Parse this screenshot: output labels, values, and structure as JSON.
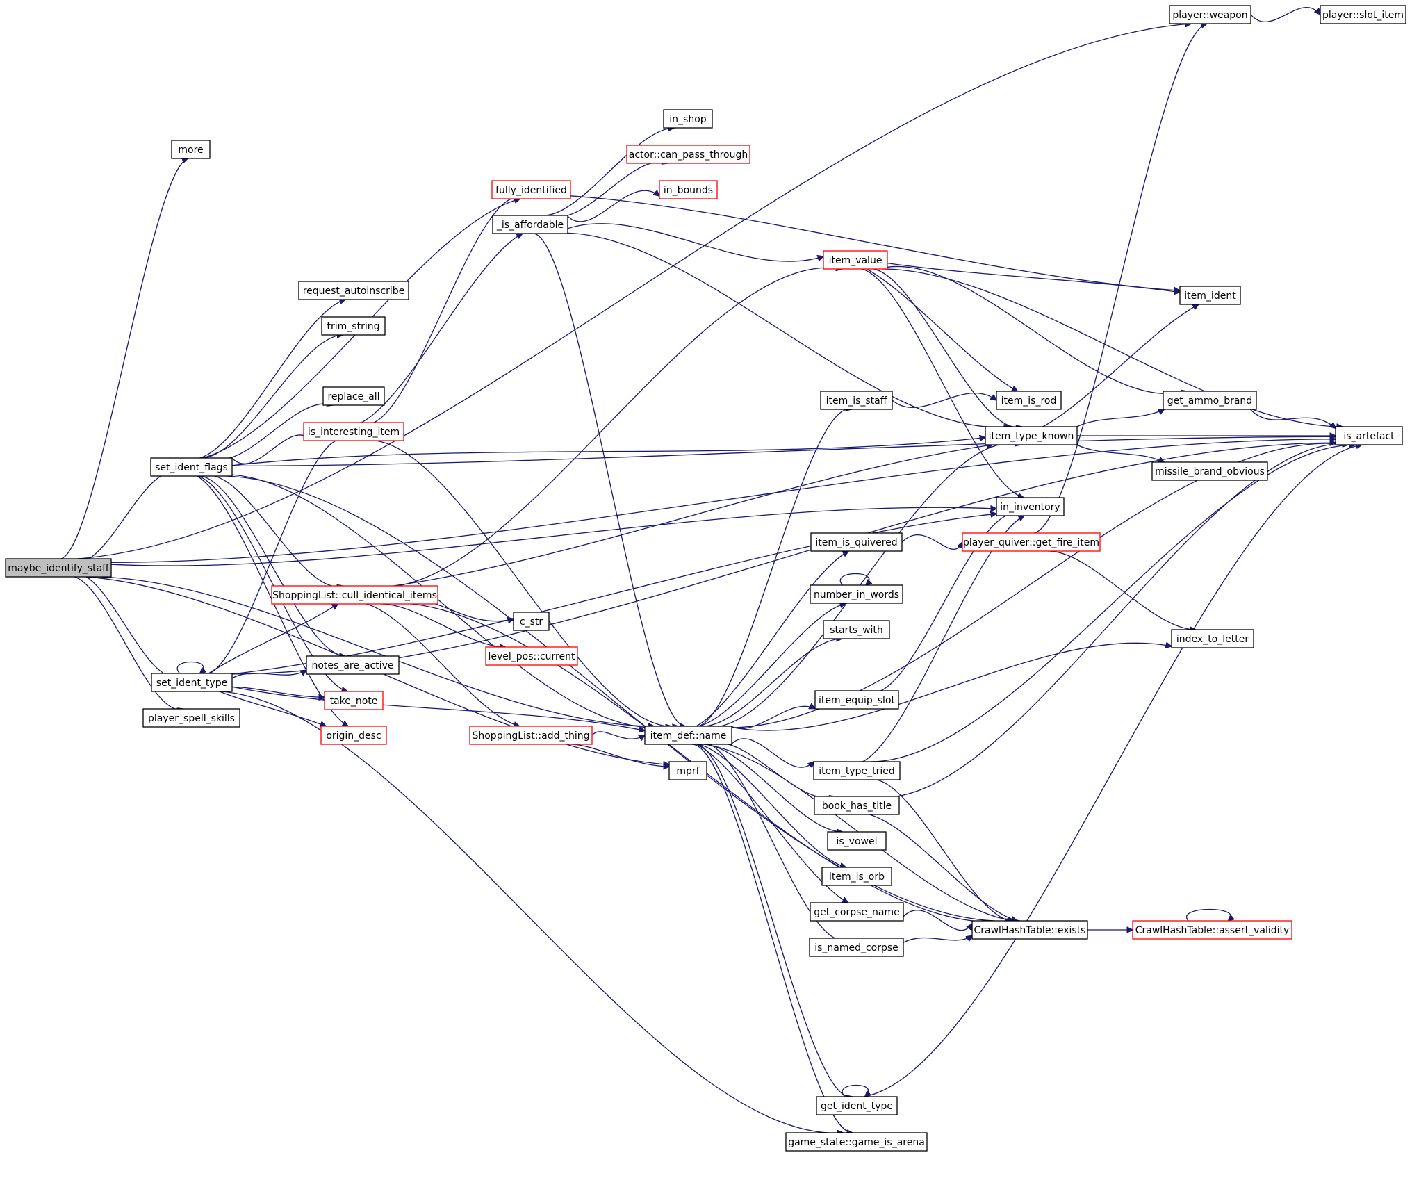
{
  "colors": {
    "edge": "#191970",
    "node_border_default": "#000000",
    "node_border_truncated": "#ff0000",
    "root_fill": "#bfbfbf",
    "node_fill": "#ffffff"
  },
  "nodes": [
    {
      "id": "maybe_identify_staff",
      "label": "maybe_identify_staff",
      "style": "root"
    },
    {
      "id": "player_weapon",
      "label": "player::weapon",
      "style": "normal"
    },
    {
      "id": "player_slot_item",
      "label": "player::slot_item",
      "style": "normal"
    },
    {
      "id": "more",
      "label": "more",
      "style": "normal"
    },
    {
      "id": "in_shop",
      "label": "in_shop",
      "style": "normal"
    },
    {
      "id": "actor_can_pass_through",
      "label": "actor::can_pass_through",
      "style": "truncated"
    },
    {
      "id": "fully_identified",
      "label": "fully_identified",
      "style": "truncated"
    },
    {
      "id": "in_bounds",
      "label": "in_bounds",
      "style": "truncated"
    },
    {
      "id": "is_affordable",
      "label": "_is_affordable",
      "style": "normal"
    },
    {
      "id": "item_value",
      "label": "item_value",
      "style": "truncated"
    },
    {
      "id": "request_autoinscribe",
      "label": "request_autoinscribe",
      "style": "normal"
    },
    {
      "id": "item_ident",
      "label": "item_ident",
      "style": "normal"
    },
    {
      "id": "trim_string",
      "label": "trim_string",
      "style": "normal"
    },
    {
      "id": "replace_all",
      "label": "replace_all",
      "style": "normal"
    },
    {
      "id": "item_is_staff",
      "label": "item_is_staff",
      "style": "normal"
    },
    {
      "id": "item_is_rod",
      "label": "item_is_rod",
      "style": "normal"
    },
    {
      "id": "get_ammo_brand",
      "label": "get_ammo_brand",
      "style": "normal"
    },
    {
      "id": "is_interesting_item",
      "label": "is_interesting_item",
      "style": "truncated"
    },
    {
      "id": "item_type_known",
      "label": "item_type_known",
      "style": "normal"
    },
    {
      "id": "is_artefact",
      "label": "is_artefact",
      "style": "normal"
    },
    {
      "id": "set_ident_flags",
      "label": "set_ident_flags",
      "style": "normal"
    },
    {
      "id": "missile_brand_obvious",
      "label": "missile_brand_obvious",
      "style": "normal"
    },
    {
      "id": "in_inventory",
      "label": "in_inventory",
      "style": "normal"
    },
    {
      "id": "item_is_quivered",
      "label": "item_is_quivered",
      "style": "normal"
    },
    {
      "id": "player_quiver_get_fire_item",
      "label": "player_quiver::get_fire_item",
      "style": "truncated"
    },
    {
      "id": "number_in_words",
      "label": "number_in_words",
      "style": "normal"
    },
    {
      "id": "cull_identical_items",
      "label": "ShoppingList::cull_identical_items",
      "style": "truncated"
    },
    {
      "id": "c_str",
      "label": "c_str",
      "style": "normal"
    },
    {
      "id": "starts_with",
      "label": "starts_with",
      "style": "normal"
    },
    {
      "id": "index_to_letter",
      "label": "index_to_letter",
      "style": "normal"
    },
    {
      "id": "level_pos_current",
      "label": "level_pos::current",
      "style": "truncated"
    },
    {
      "id": "notes_are_active",
      "label": "notes_are_active",
      "style": "normal"
    },
    {
      "id": "set_ident_type",
      "label": "set_ident_type",
      "style": "normal"
    },
    {
      "id": "take_note",
      "label": "take_note",
      "style": "truncated"
    },
    {
      "id": "item_equip_slot",
      "label": "item_equip_slot",
      "style": "normal"
    },
    {
      "id": "player_spell_skills",
      "label": "player_spell_skills",
      "style": "normal"
    },
    {
      "id": "origin_desc",
      "label": "origin_desc",
      "style": "truncated"
    },
    {
      "id": "add_thing",
      "label": "ShoppingList::add_thing",
      "style": "truncated"
    },
    {
      "id": "item_def_name",
      "label": "item_def::name",
      "style": "normal"
    },
    {
      "id": "mprf",
      "label": "mprf",
      "style": "normal"
    },
    {
      "id": "item_type_tried",
      "label": "item_type_tried",
      "style": "normal"
    },
    {
      "id": "book_has_title",
      "label": "book_has_title",
      "style": "normal"
    },
    {
      "id": "is_vowel",
      "label": "is_vowel",
      "style": "normal"
    },
    {
      "id": "item_is_orb",
      "label": "item_is_orb",
      "style": "normal"
    },
    {
      "id": "get_corpse_name",
      "label": "get_corpse_name",
      "style": "normal"
    },
    {
      "id": "hash_exists",
      "label": "CrawlHashTable::exists",
      "style": "normal"
    },
    {
      "id": "hash_assert_validity",
      "label": "CrawlHashTable::assert_validity",
      "style": "truncated"
    },
    {
      "id": "is_named_corpse",
      "label": "is_named_corpse",
      "style": "normal"
    },
    {
      "id": "get_ident_type",
      "label": "get_ident_type",
      "style": "normal"
    },
    {
      "id": "game_is_arena",
      "label": "game_state::game_is_arena",
      "style": "normal"
    }
  ],
  "edges": [
    [
      "maybe_identify_staff",
      "player_weapon"
    ],
    [
      "maybe_identify_staff",
      "more"
    ],
    [
      "maybe_identify_staff",
      "is_artefact"
    ],
    [
      "maybe_identify_staff",
      "in_inventory"
    ],
    [
      "maybe_identify_staff",
      "set_ident_flags"
    ],
    [
      "maybe_identify_staff",
      "set_ident_type"
    ],
    [
      "maybe_identify_staff",
      "player_spell_skills"
    ],
    [
      "maybe_identify_staff",
      "item_def_name"
    ],
    [
      "maybe_identify_staff",
      "mprf"
    ],
    [
      "player_weapon",
      "player_slot_item"
    ],
    [
      "set_ident_flags",
      "fully_identified"
    ],
    [
      "set_ident_flags",
      "request_autoinscribe"
    ],
    [
      "set_ident_flags",
      "trim_string"
    ],
    [
      "set_ident_flags",
      "replace_all"
    ],
    [
      "set_ident_flags",
      "is_interesting_item"
    ],
    [
      "set_ident_flags",
      "item_type_known"
    ],
    [
      "set_ident_flags",
      "cull_identical_items"
    ],
    [
      "set_ident_flags",
      "notes_are_active"
    ],
    [
      "set_ident_flags",
      "take_note"
    ],
    [
      "set_ident_flags",
      "origin_desc"
    ],
    [
      "set_ident_flags",
      "item_def_name"
    ],
    [
      "set_ident_flags",
      "hash_exists"
    ],
    [
      "set_ident_flags",
      "is_artefact"
    ],
    [
      "fully_identified",
      "item_ident"
    ],
    [
      "is_interesting_item",
      "fully_identified"
    ],
    [
      "is_interesting_item",
      "is_affordable"
    ],
    [
      "is_interesting_item",
      "item_def_name"
    ],
    [
      "is_affordable",
      "in_shop"
    ],
    [
      "is_affordable",
      "actor_can_pass_through"
    ],
    [
      "is_affordable",
      "in_bounds"
    ],
    [
      "is_affordable",
      "item_value"
    ],
    [
      "is_affordable",
      "item_type_known"
    ],
    [
      "is_affordable",
      "item_def_name"
    ],
    [
      "item_value",
      "item_ident"
    ],
    [
      "item_value",
      "item_is_rod"
    ],
    [
      "item_value",
      "get_ammo_brand"
    ],
    [
      "item_value",
      "item_type_known"
    ],
    [
      "item_value",
      "is_artefact"
    ],
    [
      "item_value",
      "in_inventory"
    ],
    [
      "item_is_staff",
      "item_is_rod"
    ],
    [
      "item_type_known",
      "item_ident"
    ],
    [
      "item_type_known",
      "get_ammo_brand"
    ],
    [
      "item_type_known",
      "is_artefact"
    ],
    [
      "item_type_known",
      "missile_brand_obvious"
    ],
    [
      "get_ammo_brand",
      "is_artefact"
    ],
    [
      "cull_identical_items",
      "item_type_known"
    ],
    [
      "cull_identical_items",
      "c_str"
    ],
    [
      "cull_identical_items",
      "level_pos_current"
    ],
    [
      "cull_identical_items",
      "add_thing"
    ],
    [
      "cull_identical_items",
      "item_value"
    ],
    [
      "cull_identical_items",
      "hash_exists"
    ],
    [
      "add_thing",
      "item_def_name"
    ],
    [
      "add_thing",
      "mprf"
    ],
    [
      "set_ident_type",
      "set_ident_type"
    ],
    [
      "set_ident_type",
      "is_interesting_item"
    ],
    [
      "set_ident_type",
      "cull_identical_items"
    ],
    [
      "set_ident_type",
      "notes_are_active"
    ],
    [
      "set_ident_type",
      "take_note"
    ],
    [
      "set_ident_type",
      "origin_desc"
    ],
    [
      "set_ident_type",
      "item_def_name"
    ],
    [
      "set_ident_type",
      "in_inventory"
    ],
    [
      "set_ident_type",
      "game_is_arena"
    ],
    [
      "set_ident_type",
      "is_artefact"
    ],
    [
      "item_def_name",
      "item_is_staff"
    ],
    [
      "item_def_name",
      "item_type_known"
    ],
    [
      "item_def_name",
      "item_is_quivered"
    ],
    [
      "item_def_name",
      "number_in_words"
    ],
    [
      "item_def_name",
      "starts_with"
    ],
    [
      "item_def_name",
      "item_equip_slot"
    ],
    [
      "item_def_name",
      "index_to_letter"
    ],
    [
      "item_def_name",
      "item_type_tried"
    ],
    [
      "item_def_name",
      "book_has_title"
    ],
    [
      "item_def_name",
      "is_vowel"
    ],
    [
      "item_def_name",
      "item_is_orb"
    ],
    [
      "item_def_name",
      "get_corpse_name"
    ],
    [
      "item_def_name",
      "is_named_corpse"
    ],
    [
      "item_def_name",
      "get_ident_type"
    ],
    [
      "item_def_name",
      "game_is_arena"
    ],
    [
      "item_def_name",
      "hash_exists"
    ],
    [
      "item_def_name",
      "is_artefact"
    ],
    [
      "item_is_quivered",
      "player_quiver_get_fire_item"
    ],
    [
      "player_quiver_get_fire_item",
      "player_weapon"
    ],
    [
      "player_quiver_get_fire_item",
      "index_to_letter"
    ],
    [
      "number_in_words",
      "number_in_words"
    ],
    [
      "item_equip_slot",
      "in_inventory"
    ],
    [
      "item_type_tried",
      "in_inventory"
    ],
    [
      "item_type_tried",
      "hash_exists"
    ],
    [
      "item_type_tried",
      "is_artefact"
    ],
    [
      "book_has_title",
      "hash_exists"
    ],
    [
      "book_has_title",
      "is_artefact"
    ],
    [
      "get_corpse_name",
      "hash_exists"
    ],
    [
      "is_named_corpse",
      "hash_exists"
    ],
    [
      "hash_exists",
      "hash_assert_validity"
    ],
    [
      "hash_assert_validity",
      "hash_assert_validity"
    ],
    [
      "get_ident_type",
      "get_ident_type"
    ],
    [
      "get_ident_type",
      "is_artefact"
    ]
  ]
}
